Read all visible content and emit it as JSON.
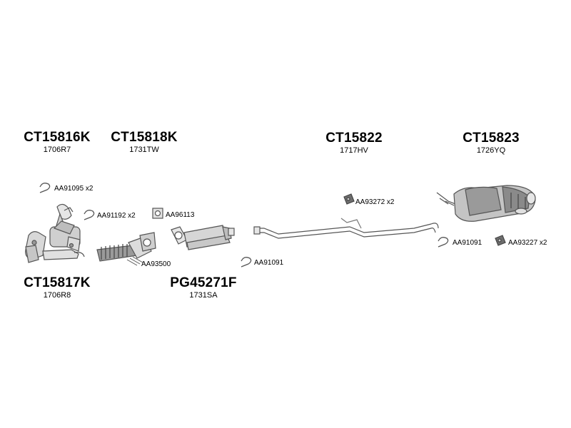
{
  "groups": {
    "ct15816k": {
      "code": "CT15816K",
      "ref": "1706R7"
    },
    "ct15818k": {
      "code": "CT15818K",
      "ref": "1731TW"
    },
    "ct15817k": {
      "code": "CT15817K",
      "ref": "1706R8"
    },
    "pg45271f": {
      "code": "PG45271F",
      "ref": "1731SA"
    },
    "ct15822": {
      "code": "CT15822",
      "ref": "1717HV"
    },
    "ct15823": {
      "code": "CT15823",
      "ref": "1726YQ"
    }
  },
  "accessories": {
    "aa91095": "AA91095 x2",
    "aa91192": "AA91192 x2",
    "aa96113": "AA96113",
    "aa93500": "AA93500",
    "aa91091_mid": "AA91091",
    "aa93272": "AA93272 x2",
    "aa91091_rear": "AA91091",
    "aa93227": "AA93227 x2"
  },
  "colors": {
    "line": "#555555",
    "fill_light": "#e6e6e6",
    "fill_mid": "#bdbdbd",
    "fill_dark": "#7a7a7a",
    "text": "#000000"
  }
}
